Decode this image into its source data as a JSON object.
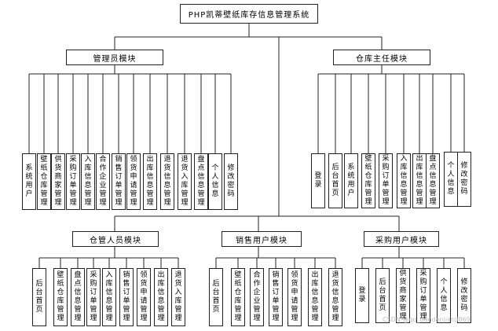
{
  "root": "PHP凯蒂壁纸库存信息管理系统",
  "admin": {
    "title": "管理员模块",
    "items": [
      "系统用户",
      "壁纸仓库管理",
      "供货商家管理",
      "采购订单管理",
      "入库信息管理",
      "合作企业管理",
      "销售订单管理",
      "领货申请管理",
      "出库信息管理",
      "退货信息管理",
      "退货入库管理",
      "盘点信息管理",
      "个人信息",
      "修改密码"
    ]
  },
  "warehouse": {
    "title": "仓库主任模块",
    "items": [
      "登录",
      "后台首页",
      "系统用户",
      "壁纸仓库管理",
      "采购订单管理",
      "入库信息管理",
      "出库信息管理",
      "盘点信息管理",
      "个人信息",
      "修改密码"
    ]
  },
  "storekeeper": {
    "title": "仓管人员模块",
    "items": [
      "后台首页",
      "壁纸仓库管理",
      "盘点信息管理",
      "采购订单管理",
      "入库信息管理",
      "销售订单管理",
      "领货申请管理",
      "出库信息管理",
      "退货入库管理"
    ]
  },
  "sales": {
    "title": "销售用户模块",
    "items": [
      "后台首页",
      "壁纸仓库管理",
      "合作企业管理",
      "销售订单管理",
      "领货申请管理",
      "出库信息管理",
      "退货信息管理"
    ]
  },
  "purchase": {
    "title": "采购用户模块",
    "items": [
      "登录",
      "后台首页",
      "供货商家管理",
      "采购订单管理",
      "个人信息",
      "修改密码"
    ]
  },
  "watermark": "CSDN @qq_dandanjianji869"
}
